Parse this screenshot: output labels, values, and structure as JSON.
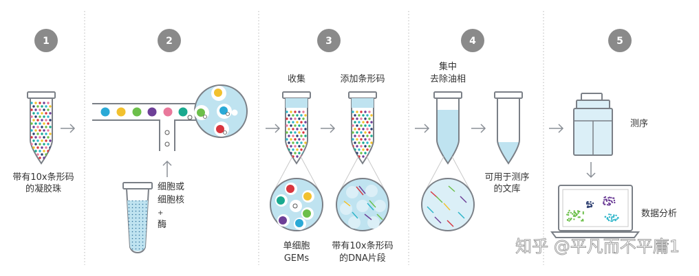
{
  "steps": [
    {
      "number": "1",
      "labels": [
        "带有10x条形码",
        "的凝胶珠"
      ]
    },
    {
      "number": "2",
      "labels": [
        "细胞或",
        "细胞核",
        "+",
        "酶"
      ]
    },
    {
      "number": "3",
      "labels": [
        "收集",
        "添加条形码",
        "单细胞",
        "GEMs",
        "带有10x条形码",
        "的DNA片段"
      ]
    },
    {
      "number": "4",
      "labels": [
        "集中",
        "去除油相",
        "可用于测序",
        "的文库"
      ]
    },
    {
      "number": "5",
      "labels": [
        "测序",
        "数据分析"
      ]
    }
  ],
  "watermark": "知乎 @平凡而不平庸1",
  "colors": {
    "badge": "#8a8a8a",
    "tube": "#7a7f86",
    "liquid": "#bfe3f0",
    "cyan": "#2eb5c9",
    "navy": "#2c3e70",
    "purple": "#6d3f97",
    "green": "#6cbf4a",
    "yellow": "#f2c12e",
    "red": "#d8363f",
    "pink": "#e9789b",
    "teal": "#1aa98f"
  }
}
